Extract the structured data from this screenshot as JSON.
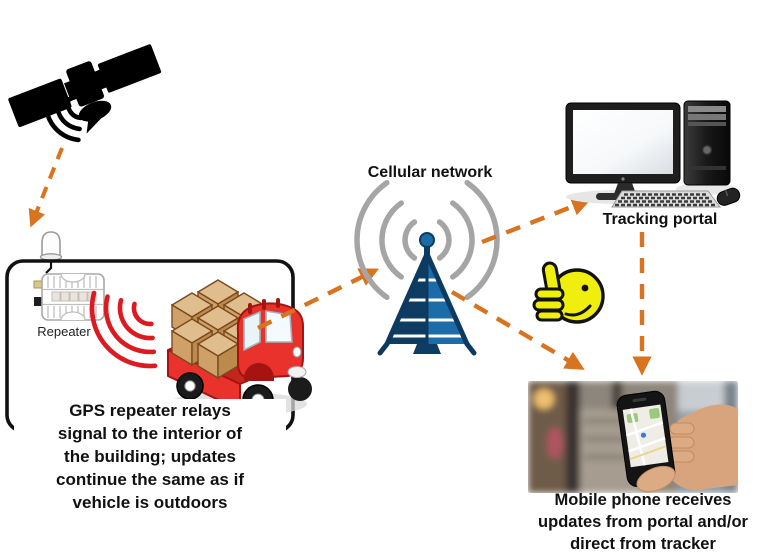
{
  "diagram_title": "GPS repeater vehicle tracking diagram",
  "labels": {
    "cellular_network": "Cellular network",
    "tracking_portal": "Tracking portal",
    "repeater": "Repeater"
  },
  "captions": {
    "building": [
      "GPS repeater relays",
      "signal to the interior of",
      "the building; updates",
      "continue the same as if",
      "vehicle is outdoors"
    ],
    "mobile": [
      "Mobile phone receives",
      "updates from portal and/or",
      "direct from tracker"
    ]
  },
  "colors": {
    "arrow": "#D8731F",
    "signal_red": "#DB1B21",
    "tower_blue": "#1C6CA9",
    "tower_blue_dark": "#0E3C63",
    "arc_gray": "#A5A5A5",
    "smiley_yellow": "#F0EE0C",
    "truck_red": "#E8322B",
    "box_tan": "#E0BD8D"
  },
  "icons": {
    "satellite-icon": "black GPS satellite with solar panels emitting signal arcs",
    "gps-antenna-icon": "white dome antenna on building roof",
    "repeater-device-icon": "white finned GPS repeater unit",
    "red-signal-waves-icon": "red radio wave arcs inside building",
    "delivery-truck-icon": "red cartoon truck loaded with cardboard boxes",
    "cell-tower-icon": "blue lattice mast with gray signal arcs",
    "desktop-computer-icon": "desktop PC with monitor, tower, keyboard and mouse",
    "thumbs-up-smiley-icon": "yellow smiley face giving thumbs up",
    "mobile-phone-photo": "hand holding smartphone showing a map in a street",
    "dashed-arrow-icon": "orange dashed connector arrow"
  }
}
